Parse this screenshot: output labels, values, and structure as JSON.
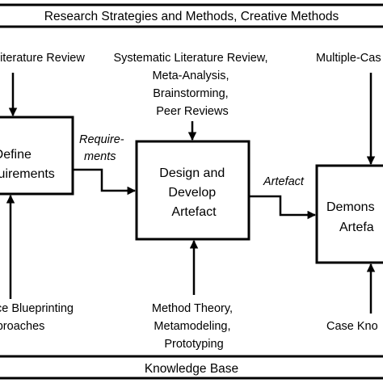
{
  "top_banner": "Research Strategies and Methods, Creative Methods",
  "bottom_banner": "Knowledge Base",
  "inputs_top": {
    "left": "Literature Review",
    "middle": [
      "Systematic Literature Review,",
      "Meta-Analysis,",
      "Brainstorming,",
      "Peer Reviews"
    ],
    "right": "Multiple-Cas"
  },
  "boxes": {
    "define": [
      "Define",
      "Requirements"
    ],
    "design": [
      "Design and",
      "Develop",
      "Artefact"
    ],
    "demonstrate": [
      "Demons",
      "Artefa"
    ]
  },
  "edges": {
    "requirements": [
      "Require-",
      "ments"
    ],
    "artefact": "Artefact"
  },
  "inputs_bottom": {
    "left": [
      "Service Blueprinting",
      "Approaches"
    ],
    "middle": [
      "Method Theory,",
      "Metamodeling,",
      "Prototyping"
    ],
    "right": "Case Kno"
  },
  "colors": {
    "line": "#000000",
    "background": "#ffffff"
  }
}
